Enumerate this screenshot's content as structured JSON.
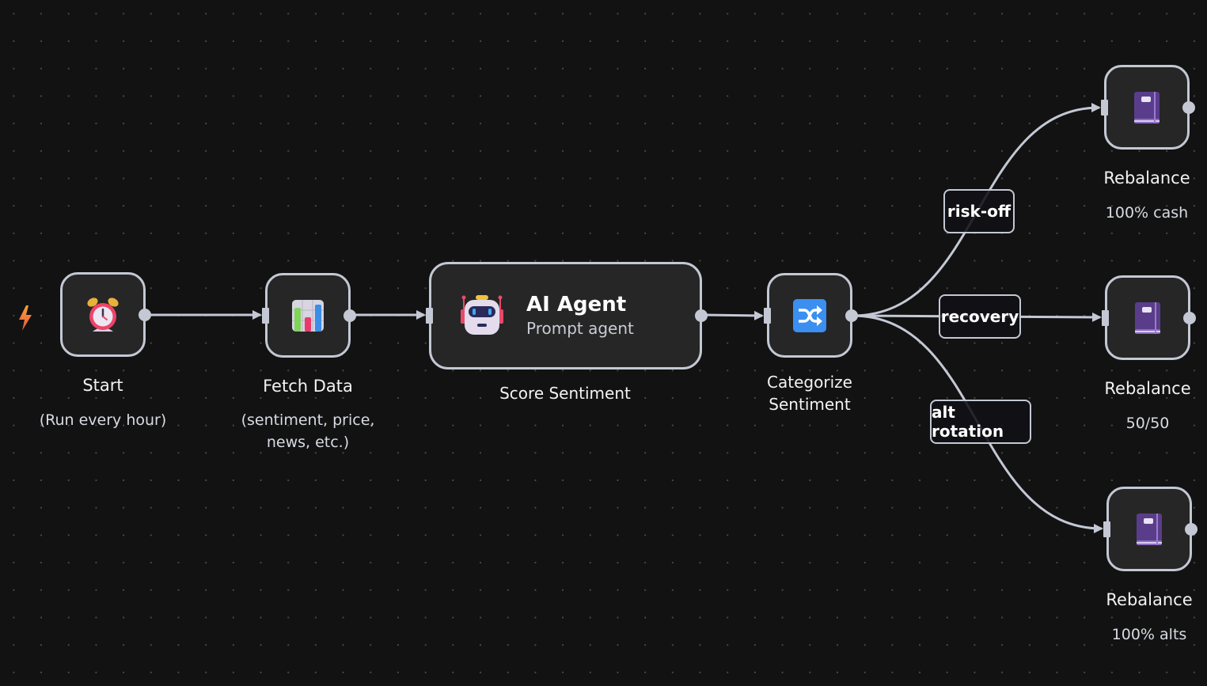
{
  "canvas": {
    "background": "#121212",
    "dot_color": "#4a4a4a",
    "edge_color": "#c3c8d4",
    "node_bg": "#262626"
  },
  "trigger": {
    "icon": "lightning-bolt-icon",
    "color": "#f08a3c"
  },
  "nodes": {
    "start": {
      "icon": "alarm-clock-icon",
      "title": "Start",
      "subtitle": "(Run every hour)"
    },
    "fetch": {
      "icon": "bar-chart-icon",
      "title": "Fetch Data",
      "subtitle_line1": "(sentiment, price,",
      "subtitle_line2": "news, etc.)"
    },
    "agent": {
      "icon": "robot-icon",
      "title": "AI Agent",
      "subtitle": "Prompt agent",
      "caption": "Score Sentiment"
    },
    "categorize": {
      "icon": "shuffle-icon",
      "title_line1": "Categorize",
      "title_line2": "Sentiment"
    },
    "rebalance_cash": {
      "icon": "notebook-icon",
      "title": "Rebalance",
      "subtitle": "100% cash"
    },
    "rebalance_split": {
      "icon": "notebook-icon",
      "title": "Rebalance",
      "subtitle": "50/50"
    },
    "rebalance_alts": {
      "icon": "notebook-icon",
      "title": "Rebalance",
      "subtitle": "100% alts"
    }
  },
  "edge_labels": {
    "risk_off": "risk-off",
    "recovery": "recovery",
    "alt_rotation": "alt rotation"
  },
  "edges": [
    {
      "from": "Start",
      "to": "Fetch Data"
    },
    {
      "from": "Fetch Data",
      "to": "AI Agent"
    },
    {
      "from": "AI Agent",
      "to": "Categorize Sentiment"
    },
    {
      "from": "Categorize Sentiment",
      "to": "Rebalance 100% cash",
      "label": "risk-off"
    },
    {
      "from": "Categorize Sentiment",
      "to": "Rebalance 50/50",
      "label": "recovery"
    },
    {
      "from": "Categorize Sentiment",
      "to": "Rebalance 100% alts",
      "label": "alt rotation"
    }
  ]
}
